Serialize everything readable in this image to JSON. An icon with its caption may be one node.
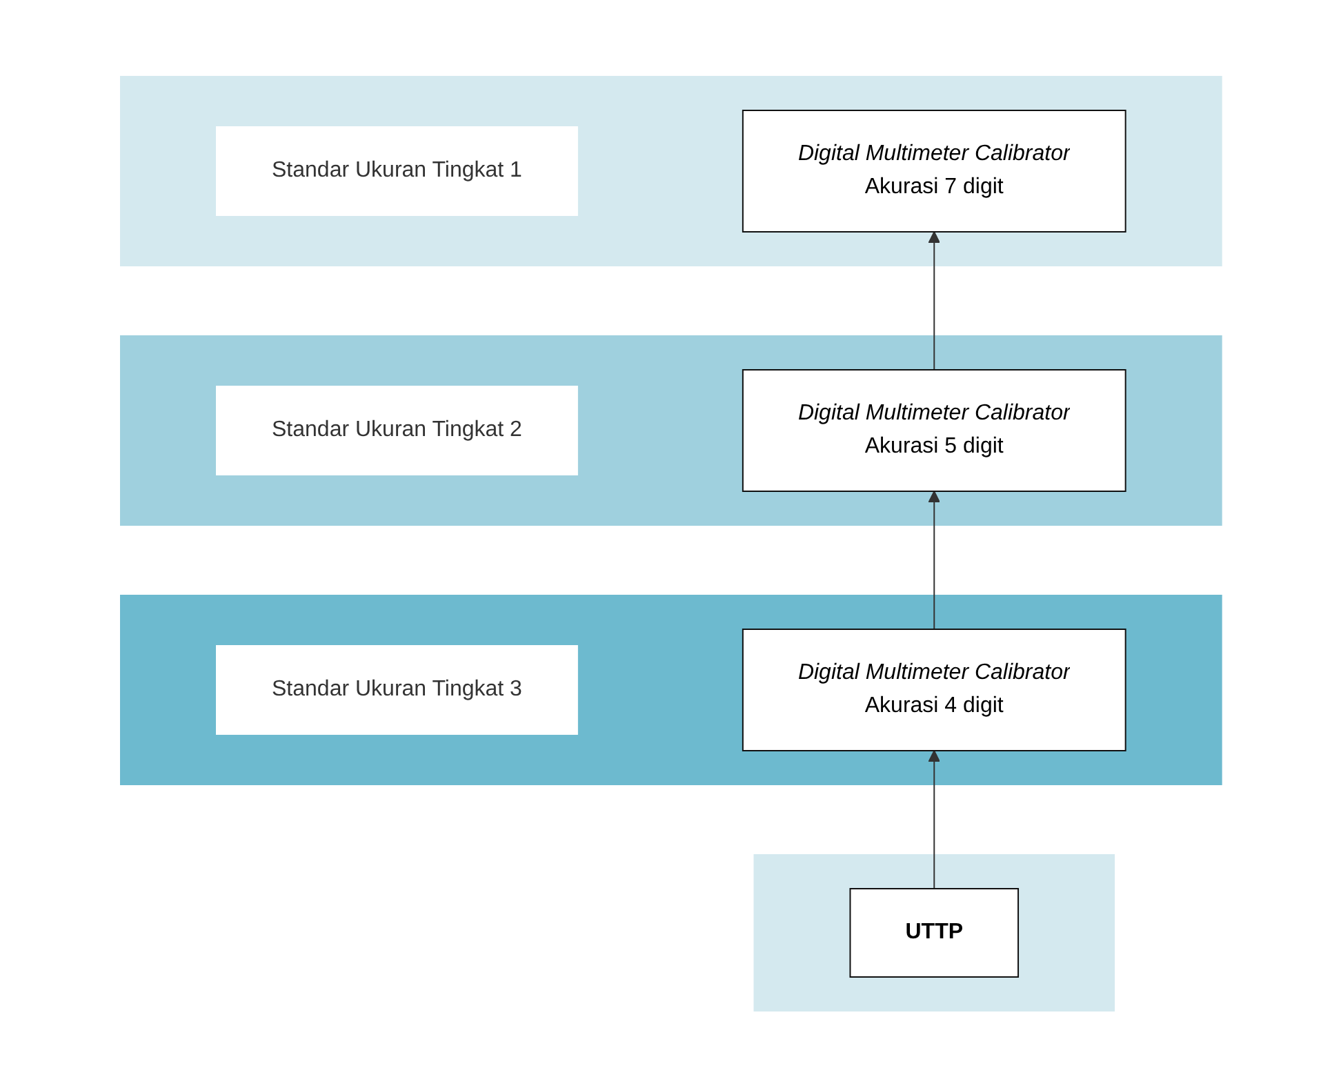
{
  "diagram": {
    "nodes": [
      {
        "text": [],
        "shape": "band"
      },
      {
        "text": [
          "Standar Ukuran Tingkat 1"
        ],
        "in": 0
      },
      {
        "text": [
          "Digital Multimeter Calibrator",
          "Akurasi 7 digit"
        ],
        "in": 0
      },
      {
        "text": [],
        "shape": "band"
      },
      {
        "text": [
          "Standar Ukuran Tingkat 2"
        ],
        "in": 3
      },
      {
        "text": [
          "Digital Multimeter Calibrator",
          "Akurasi 5 digit"
        ],
        "in": 3
      },
      {
        "text": [],
        "shape": "band"
      },
      {
        "text": [
          "Standar Ukuran Tingkat 3"
        ],
        "in": 6
      },
      {
        "text": [
          "Digital Multimeter Calibrator",
          "Akurasi 4 digit"
        ],
        "in": 6
      },
      {
        "text": [],
        "shape": "band"
      },
      {
        "text": [
          "UTTP"
        ],
        "in": 9
      }
    ],
    "edges": [
      {
        "from": 10,
        "to": 8,
        "arrow": "to"
      },
      {
        "from": 8,
        "to": 5,
        "arrow": "to"
      },
      {
        "from": 5,
        "to": 2,
        "arrow": "to"
      }
    ]
  }
}
